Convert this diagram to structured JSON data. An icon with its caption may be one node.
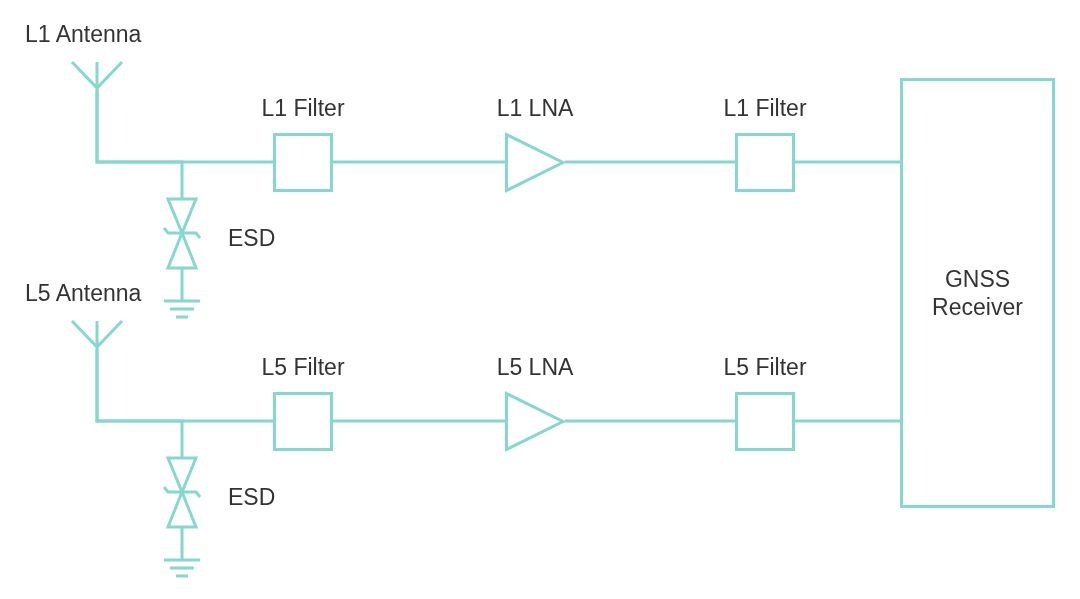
{
  "diagram": {
    "nodes": [
      {
        "text": [
          "L1 Antenna"
        ]
      },
      {
        "text": [
          "L1 Filter"
        ]
      },
      {
        "text": [
          "L1 LNA"
        ]
      },
      {
        "text": [
          "L1 Filter"
        ]
      },
      {
        "text": [
          "GNSS Receiver"
        ]
      },
      {
        "text": [
          "ESD"
        ]
      },
      {
        "text": [
          "L5 Antenna"
        ]
      },
      {
        "text": [
          "L5 Filter"
        ]
      },
      {
        "text": [
          "L5 LNA"
        ]
      },
      {
        "text": [
          "L5 Filter"
        ]
      },
      {
        "text": [
          "ESD"
        ]
      }
    ],
    "edges": [
      {
        "from": 0,
        "to": 1,
        "arrow": "none"
      },
      {
        "from": 0,
        "to": 5,
        "arrow": "none"
      },
      {
        "from": 1,
        "to": 2,
        "arrow": "none"
      },
      {
        "from": 2,
        "to": 3,
        "arrow": "none"
      },
      {
        "from": 3,
        "to": 4,
        "arrow": "none"
      },
      {
        "from": 6,
        "to": 7,
        "arrow": "none"
      },
      {
        "from": 6,
        "to": 10,
        "arrow": "none"
      },
      {
        "from": 7,
        "to": 8,
        "arrow": "none"
      },
      {
        "from": 8,
        "to": 9,
        "arrow": "none"
      },
      {
        "from": 9,
        "to": 4,
        "arrow": "none"
      }
    ]
  }
}
